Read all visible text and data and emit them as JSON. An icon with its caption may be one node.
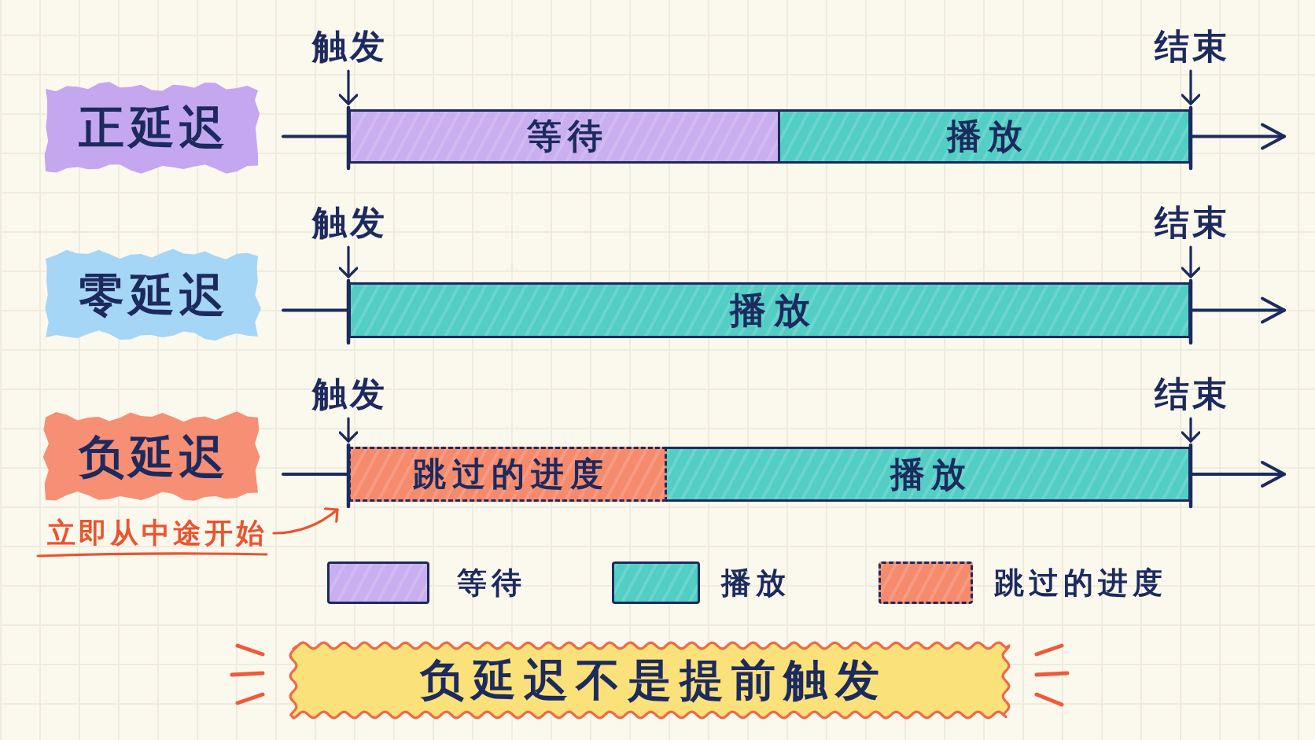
{
  "diagram": {
    "nodes": [
      {
        "text": [
          "正延迟"
        ]
      },
      {
        "text": [
          "触发"
        ]
      },
      {
        "text": [
          "结束"
        ]
      },
      {
        "text": [
          "等待"
        ]
      },
      {
        "text": [
          "播放"
        ]
      },
      {
        "text": [
          "零延迟"
        ]
      },
      {
        "text": [
          "触发"
        ]
      },
      {
        "text": [
          "结束"
        ]
      },
      {
        "text": [
          "播放"
        ]
      },
      {
        "text": [
          "负延迟"
        ]
      },
      {
        "text": [
          "触发"
        ]
      },
      {
        "text": [
          "结束"
        ]
      },
      {
        "text": [
          "跳过的进度"
        ]
      },
      {
        "text": [
          "播放"
        ]
      },
      {
        "text": [
          "立即从中途开始"
        ]
      },
      {
        "text": [
          "负延迟不是提前触发"
        ]
      }
    ],
    "edges": [
      {
        "from": 1,
        "to": 3,
        "arrow": "to"
      },
      {
        "from": 2,
        "to": 4,
        "arrow": "to"
      },
      {
        "from": 6,
        "to": 8,
        "arrow": "to"
      },
      {
        "from": 7,
        "to": 8,
        "arrow": "to"
      },
      {
        "from": 10,
        "to": 12,
        "arrow": "to"
      },
      {
        "from": 11,
        "to": 13,
        "arrow": "to"
      },
      {
        "from": 14,
        "to": 12,
        "arrow": "to",
        "color": "#e9552f"
      }
    ],
    "legend": [
      {
        "text": "等待",
        "color": "#c9aef0"
      },
      {
        "text": "播放",
        "color": "#52cec4"
      },
      {
        "text": "跳过的进度",
        "color": "#f58a6c"
      }
    ]
  }
}
